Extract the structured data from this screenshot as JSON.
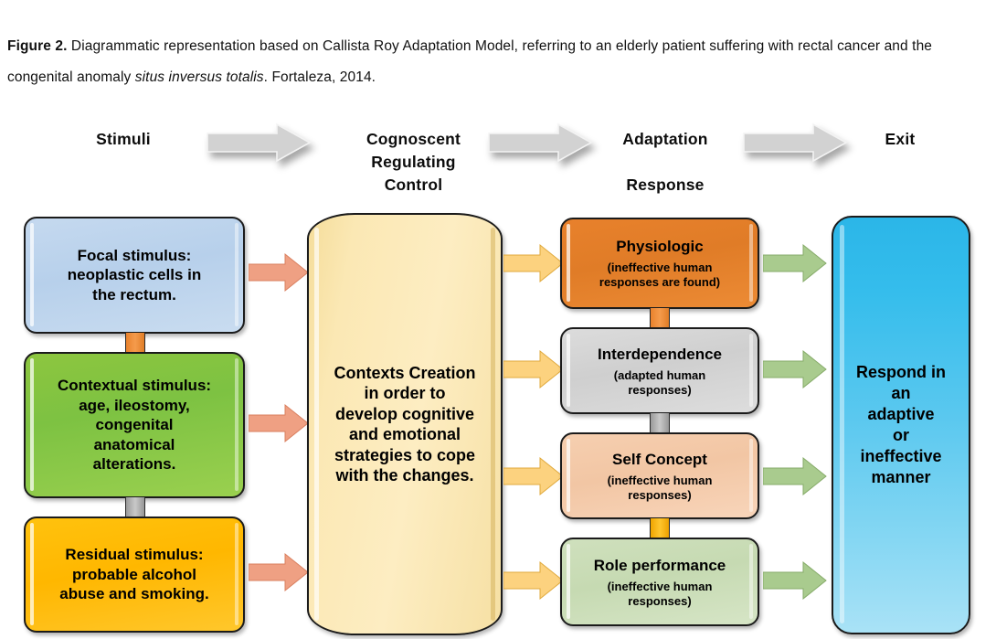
{
  "caption": {
    "label": "Figure 2.",
    "text_before_italic": " Diagrammatic representation based on Callista Roy Adaptation Model, referring to an elderly patient suffering with rectal cancer and the congenital anomaly ",
    "italic_text": "situs inversus totalis",
    "text_after_italic": ". Fortaleza, 2014."
  },
  "headers": {
    "stimuli": "Stimuli",
    "cognoscent": "Cognoscent\nRegulating\nControl",
    "adaptation": "Adaptation\n\nResponse",
    "exit": "Exit"
  },
  "stimuli_column": {
    "focal": "Focal stimulus:\nneoplastic cells in\nthe rectum.",
    "contextual": "Contextual stimulus:\nage, ileostomy,\ncongenital\nanatomical\nalterations.",
    "residual": "Residual stimulus:\nprobable alcohol\nabuse and smoking."
  },
  "control_column": {
    "contexts_creation": "Contexts Creation\nin order to\ndevelop cognitive\nand emotional\nstrategies to cope\nwith the changes."
  },
  "adaptation_column": {
    "modes": [
      {
        "title": "Physiologic",
        "sub": "(ineffective human\nresponses are found)"
      },
      {
        "title": "Interdependence",
        "sub": "(adapted human\nresponses)"
      },
      {
        "title": "Self Concept",
        "sub": "(ineffective human\nresponses)"
      },
      {
        "title": "Role performance",
        "sub": "(ineffective human\nresponses)"
      }
    ]
  },
  "exit_column": {
    "respond": "Respond in\nan\nadaptive\nor\nineffective\nmanner"
  },
  "colors": {
    "focal_box": "#bfd5ee",
    "contextual_box": "#8dc63f",
    "residual_box": "#ffbe00",
    "cylinder": "#fbe7b2",
    "physiologic_box": "#e4802b",
    "interdependence_box": "#d4d4d4",
    "self_concept_box": "#f4cbab",
    "role_performance_box": "#cddfbb",
    "exit_box": "#4cc3ef",
    "stimuli_arrow": "#efa083",
    "control_arrow": "#fcd27f",
    "adaptation_arrow": "#a9cb8e",
    "header_arrow": "#d4d4d4"
  }
}
